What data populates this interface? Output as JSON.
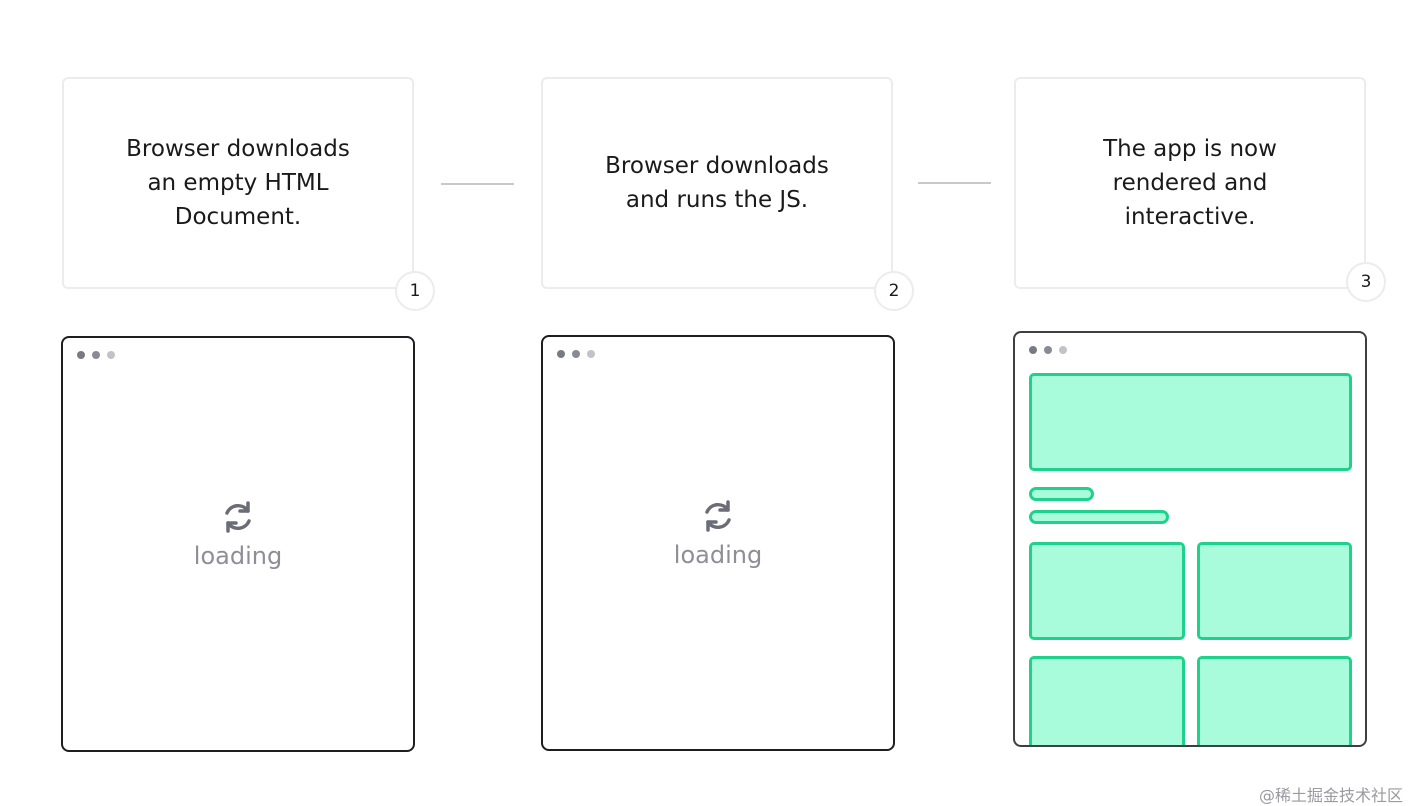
{
  "steps": [
    {
      "number": "1",
      "text": "Browser downloads an empty HTML Document."
    },
    {
      "number": "2",
      "text": "Browser downloads and runs the JS."
    },
    {
      "number": "3",
      "text": "The app is now rendered and interactive."
    }
  ],
  "browsers": [
    {
      "state": "loading",
      "loading_label": "loading",
      "icon": "refresh-icon"
    },
    {
      "state": "loading",
      "loading_label": "loading",
      "icon": "refresh-icon"
    },
    {
      "state": "rendered"
    }
  ],
  "colors": {
    "block_fill": "#a8fcdc",
    "block_border": "#1fd28c",
    "card_border": "#ececee",
    "frame_border": "#1d1d22",
    "loading_text": "#8e8e98"
  },
  "watermark": "@稀土掘金技术社区"
}
